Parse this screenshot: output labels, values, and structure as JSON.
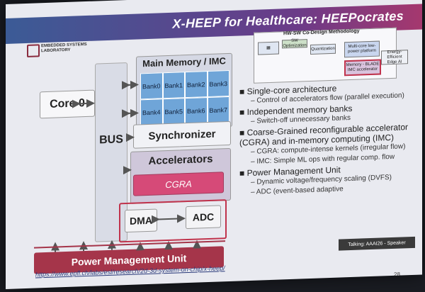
{
  "slide": {
    "title": "X-HEEP for Healthcare: HEEPocrates",
    "logo_text": "EMBEDDED SYSTEMS LABORATORY",
    "url": "https://www.epfl.ch/labs/esl/research/2d-3d-system-on-chip/x-heep/",
    "page_number": "28",
    "speaker_badge": "Talking: AAAI26 - Speaker"
  },
  "diagram": {
    "core": "Core 0",
    "bus": "BUS",
    "memory_title": "Main Memory / IMC",
    "banks": [
      "Bank0",
      "Bank1",
      "Bank2",
      "Bank3",
      "Bank4",
      "Bank5",
      "Bank6",
      "Bank7"
    ],
    "synchronizer": "Synchronizer",
    "accelerators": "Accelerators",
    "cgra": "CGRA",
    "dma": "DMA",
    "adc": "ADC",
    "power_unit": "Power Management Unit"
  },
  "methodology": {
    "title": "HW-SW Co-Design Methodology",
    "sw_label": "SW Optimization",
    "quant_label": "Quantization",
    "multicore": "Multi-core low-power platform",
    "memory_blade": "Memory - BLADE IMC accelerator",
    "edge": "Energy-Efficient Edge AI"
  },
  "bullets": [
    {
      "main": "Single-core architecture",
      "subs": [
        "Control of accelerators flow (parallel execution)"
      ]
    },
    {
      "main": "Independent memory banks",
      "subs": [
        "Switch-off unnecessary banks"
      ]
    },
    {
      "main": "Coarse-Grained reconfigurable accelerator (CGRA) and in-memory computing (IMC)",
      "subs": [
        "CGRA: compute-intense kernels (irregular flow)",
        "IMC: Simple ML ops with regular comp. flow"
      ]
    },
    {
      "main": "Power Management Unit",
      "subs": [
        "Dynamic voltage/frequency scaling (DVFS)",
        "ADC (event-based adaptive"
      ]
    }
  ]
}
